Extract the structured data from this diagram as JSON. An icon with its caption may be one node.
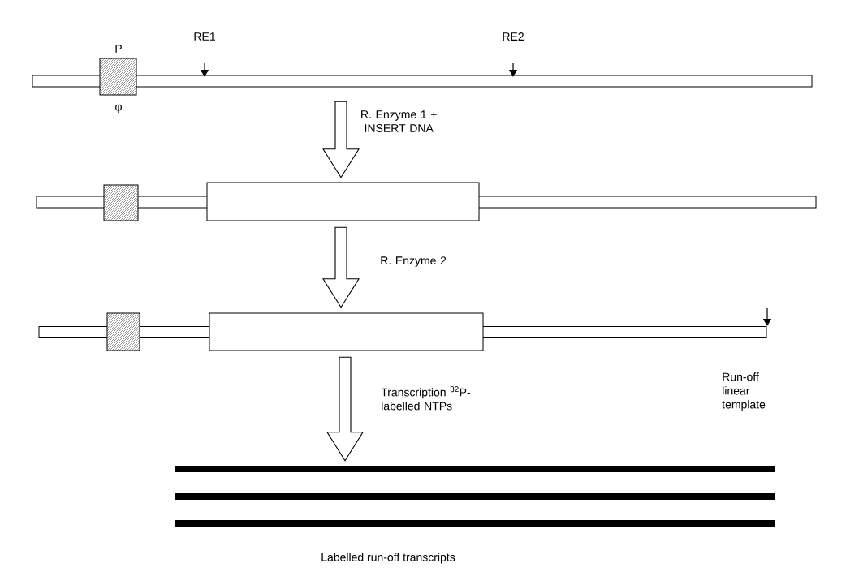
{
  "diagram": {
    "nodes": [
      {
        "text": [],
        "shape": "bar",
        "beside": [
          "P",
          "φ"
        ]
      },
      {
        "text": [],
        "shape": "bar"
      },
      {
        "text": [],
        "shape": "bar"
      },
      {
        "text": [],
        "shape": "bar"
      },
      {
        "text": [],
        "shape": "bar"
      },
      {
        "text": [],
        "shape": "bar"
      }
    ],
    "edges": [
      {
        "from": 0,
        "to": 1,
        "arrow": "to",
        "label": "R. Enzyme 1 + INSERT DNA"
      },
      {
        "from": 1,
        "to": 2,
        "arrow": "to",
        "label": "R. Enzyme 2"
      },
      {
        "from": 2,
        "to": 3,
        "arrow": "to",
        "label": "Transcription $^{32}$P-labelled NTPs"
      }
    ],
    "labels": [
      "RE1",
      "RE2",
      "Run-off linear template",
      "Labelled run-off transcripts"
    ]
  }
}
